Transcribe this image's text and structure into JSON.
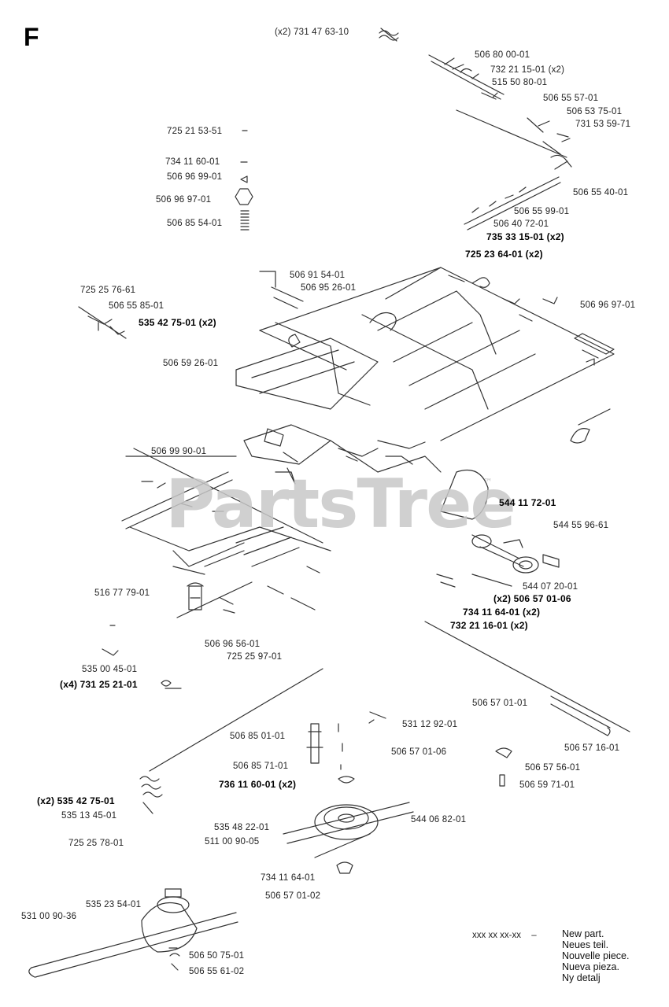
{
  "section_letter": "F",
  "watermark": {
    "text": "PartsTree",
    "trademark": "™"
  },
  "labels": [
    {
      "text": "(x2) 731 47 63-10"
    },
    {
      "text": "506 80 00-01"
    },
    {
      "text": "732 21 15-01 (x2)"
    },
    {
      "text": "515 50 80-01"
    },
    {
      "text": "506 55 57-01"
    },
    {
      "text": "506 53 75-01"
    },
    {
      "text": "731 53 59-71"
    },
    {
      "text": "725 21 53-51"
    },
    {
      "text": "734 11 60-01"
    },
    {
      "text": "506 96 99-01"
    },
    {
      "text": "506 96 97-01"
    },
    {
      "text": "506 85 54-01"
    },
    {
      "text": "506 55 40-01"
    },
    {
      "text": "506 55 99-01"
    },
    {
      "text": "506 40 72-01"
    },
    {
      "text": "735 33 15-01 (x2)"
    },
    {
      "text": "725 23 64-01 (x2)"
    },
    {
      "text": "506 91 54-01"
    },
    {
      "text": "506 95 26-01"
    },
    {
      "text": "725 25 76-61"
    },
    {
      "text": "506 55 85-01"
    },
    {
      "text": "535 42 75-01 (x2)"
    },
    {
      "text": "506 96 97-01"
    },
    {
      "text": "506 59 26-01"
    },
    {
      "text": "506 99 90-01"
    },
    {
      "text": "544 11 72-01"
    },
    {
      "text": "544 55 96-61"
    },
    {
      "text": "516 77 79-01"
    },
    {
      "text": "544 07 20-01"
    },
    {
      "text": "(x2) 506 57 01-06"
    },
    {
      "text": "734 11 64-01 (x2)"
    },
    {
      "text": "732 21 16-01 (x2)"
    },
    {
      "text": "506 96 56-01"
    },
    {
      "text": "725 25 97-01"
    },
    {
      "text": "535 00 45-01"
    },
    {
      "text": "(x4) 731 25 21-01"
    },
    {
      "text": "506 57 01-01"
    },
    {
      "text": "531 12 92-01"
    },
    {
      "text": "506 85 01-01"
    },
    {
      "text": "506 57 01-06"
    },
    {
      "text": "506 57 16-01"
    },
    {
      "text": "506 85 71-01"
    },
    {
      "text": "506 57 56-01"
    },
    {
      "text": "736 11 60-01 (x2)"
    },
    {
      "text": "506 59 71-01"
    },
    {
      "text": "(x2) 535 42 75-01"
    },
    {
      "text": "535 13 45-01"
    },
    {
      "text": "725 25 78-01"
    },
    {
      "text": "535 48 22-01"
    },
    {
      "text": "511 00 90-05"
    },
    {
      "text": "544 06 82-01"
    },
    {
      "text": "734 11 64-01"
    },
    {
      "text": "506 57 01-02"
    },
    {
      "text": "535 23 54-01"
    },
    {
      "text": "531 00 90-36"
    },
    {
      "text": "506 50 75-01"
    },
    {
      "text": "506 55 61-02"
    }
  ],
  "legend": {
    "code": "xxx xx xx-xx",
    "dash": "–",
    "lines": [
      "New part.",
      "Neues teil.",
      "Nouvelle piece.",
      "Nueva pieza.",
      "Ny detalj"
    ]
  }
}
